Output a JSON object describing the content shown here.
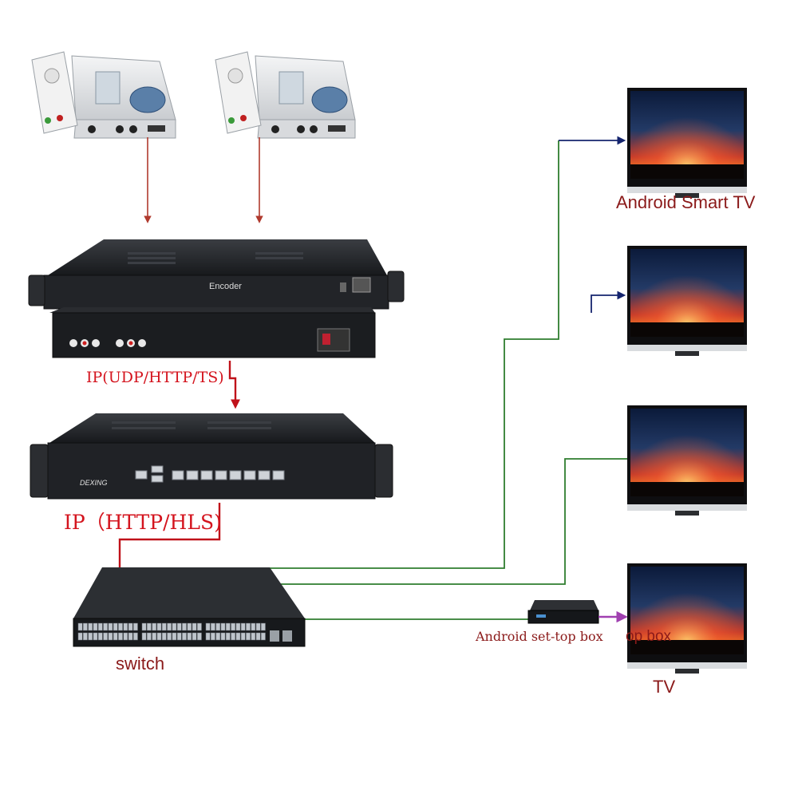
{
  "colors": {
    "red_arrow": "#c0121a",
    "dark_red_arrow": "#b03a2e",
    "green_cable": "#2f7d2f",
    "navy_arrow": "#14246e",
    "purple_arrow": "#a040b0",
    "label_dark_red": "#8b1a1a",
    "label_red": "#d4141e",
    "device_dark": "#1d1f22"
  },
  "devices": {
    "receivers": [
      {
        "icon": "satellite-receiver-icon"
      },
      {
        "icon": "satellite-receiver-icon"
      }
    ],
    "encoder": {
      "icon": "encoder-rack-icon",
      "front_label": "Encoder"
    },
    "streamer": {
      "icon": "streaming-server-icon",
      "brand": "DEXING"
    },
    "switch": {
      "icon": "network-switch-icon",
      "label": "switch"
    },
    "set_top_box": {
      "icon": "set-top-box-icon",
      "label": "Android set-top box",
      "overlapped_text": "op box"
    },
    "tvs": [
      {
        "icon": "tv-monitor-icon",
        "label": "Android Smart TV"
      },
      {
        "icon": "tv-monitor-icon"
      },
      {
        "icon": "tv-monitor-icon"
      },
      {
        "icon": "tv-monitor-icon",
        "label": "TV"
      }
    ]
  },
  "links": {
    "encoder_output": "IP(UDP/HTTP/TS)",
    "streamer_output": "IP（HTTP/HLS)"
  }
}
